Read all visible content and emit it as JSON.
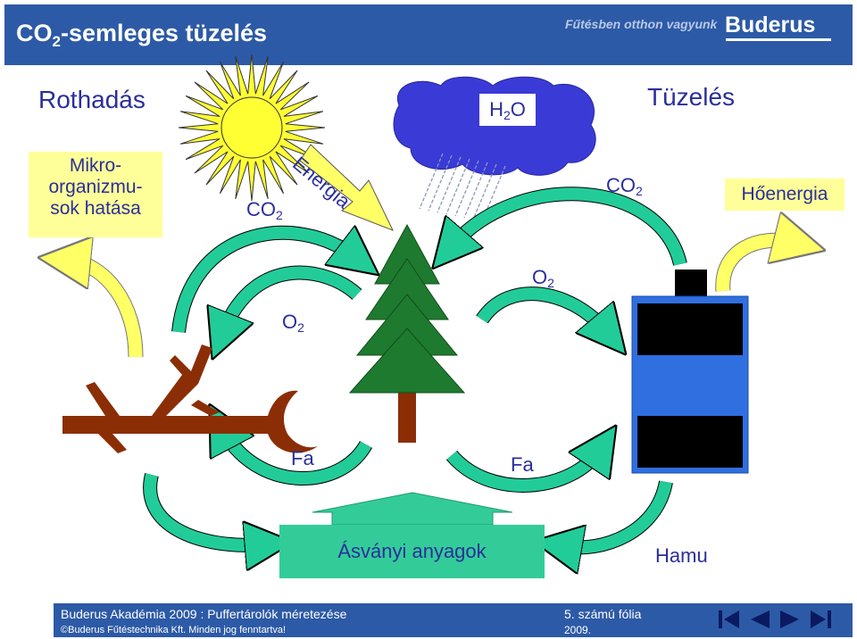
{
  "header": {
    "title_main": "CO",
    "title_sub": "2",
    "title_rest": "-semleges tüzelés",
    "tagline": "Fűtésben otthon vagyunk",
    "brand": "Buderus"
  },
  "diagram": {
    "left_heading": "Rothadás",
    "right_heading": "Tüzelés",
    "microorg_line1": "Mikro-",
    "microorg_line2": "organizmu-",
    "microorg_line3": "sok hatása",
    "heat_label": "Hőenergia",
    "energy_label": "Energia",
    "water_main": "H",
    "water_sub": "2",
    "water_rest": "O",
    "co2_left_main": "CO",
    "co2_left_sub": "2",
    "co2_right_main": "CO",
    "co2_right_sub": "2",
    "o2_left_main": "O",
    "o2_left_sub": "2",
    "o2_right_main": "O",
    "o2_right_sub": "2",
    "wood_left": "Fa",
    "wood_right": "Fa",
    "minerals": "Ásványi anyagok",
    "ash": "Hamu"
  },
  "colors": {
    "header_bg": "#2d5aa6",
    "label_text": "#2a2f9a",
    "arrow_green": "#22cc99",
    "arrow_yellow": "#ffff66",
    "tree_green": "#1e7a2e",
    "trunk_brown": "#8b2e06",
    "boiler_blue": "#2f6fe0",
    "cloud_blue": "#3a3ad6",
    "sun_yellow": "#ffff33"
  },
  "footer": {
    "course": "Buderus Akadémia 2009 : Puffertárolók méretezése",
    "slide_no": "5. számú fólia",
    "copyright": "©Buderus Fűtéstechnika Kft. Minden jog fenntartva!",
    "year": "2009."
  },
  "nav": {
    "first": "first-slide-icon",
    "prev": "previous-slide-icon",
    "next": "next-slide-icon",
    "last": "last-slide-icon"
  }
}
